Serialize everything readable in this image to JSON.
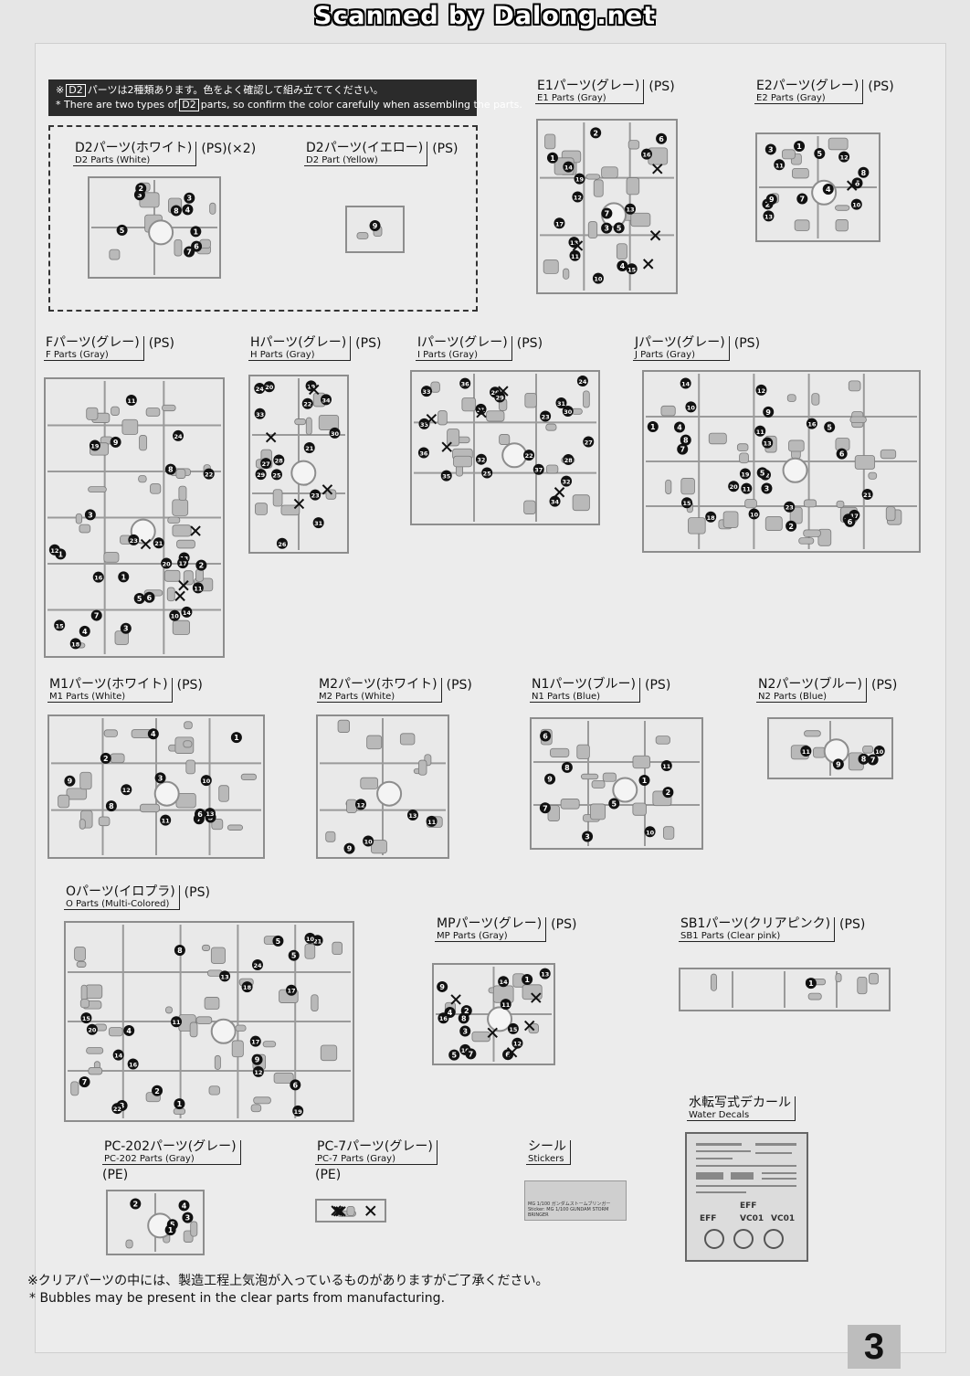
{
  "watermark": "Scanned by Dalong.net",
  "notice": {
    "jp_prefix": "※",
    "jp_tag": "D2",
    "jp_text": "パーツは2種類あります。色をよく確認して組み立ててください。",
    "en_prefix": "* There are two types of",
    "en_tag": "D2",
    "en_text": "parts, so confirm the color carefully when assembling the parts."
  },
  "parts": {
    "d2w": {
      "jp": "D2パーツ(ホワイト)",
      "en": "D2 Parts (White)",
      "mat": "(PS)(×2)"
    },
    "d2y": {
      "jp": "D2パーツ(イエロー)",
      "en": "D2 Part (Yellow)",
      "mat": "(PS)"
    },
    "e1": {
      "jp": "E1パーツ(グレー)",
      "en": "E1 Parts (Gray)",
      "mat": "(PS)"
    },
    "e2": {
      "jp": "E2パーツ(グレー)",
      "en": "E2 Parts (Gray)",
      "mat": "(PS)"
    },
    "f": {
      "jp": "Fパーツ(グレー)",
      "en": "F Parts (Gray)",
      "mat": "(PS)"
    },
    "h": {
      "jp": "Hパーツ(グレー)",
      "en": "H Parts (Gray)",
      "mat": "(PS)"
    },
    "i": {
      "jp": "Iパーツ(グレー)",
      "en": "I Parts (Gray)",
      "mat": "(PS)"
    },
    "j": {
      "jp": "Jパーツ(グレー)",
      "en": "J Parts (Gray)",
      "mat": "(PS)"
    },
    "m1": {
      "jp": "M1パーツ(ホワイト)",
      "en": "M1 Parts (White)",
      "mat": "(PS)"
    },
    "m2": {
      "jp": "M2パーツ(ホワイト)",
      "en": "M2 Parts (White)",
      "mat": "(PS)"
    },
    "n1": {
      "jp": "N1パーツ(ブルー)",
      "en": "N1 Parts (Blue)",
      "mat": "(PS)"
    },
    "n2": {
      "jp": "N2パーツ(ブルー)",
      "en": "N2 Parts (Blue)",
      "mat": "(PS)"
    },
    "o": {
      "jp": "Oパーツ(イロプラ)",
      "en": "O Parts (Multi-Colored)",
      "mat": "(PS)"
    },
    "mp": {
      "jp": "MPパーツ(グレー)",
      "en": "MP Parts (Gray)",
      "mat": "(PS)"
    },
    "sb1": {
      "jp": "SB1パーツ(クリアピンク)",
      "en": "SB1 Parts (Clear pink)",
      "mat": "(PS)"
    },
    "pc202": {
      "jp": "PC-202パーツ(グレー)",
      "en": "PC-202 Parts (Gray)",
      "mat": "(PE)"
    },
    "pc7": {
      "jp": "PC-7パーツ(グレー)",
      "en": "PC-7 Parts (Gray)",
      "mat": "(PE)"
    },
    "seal": {
      "jp": "シール",
      "en": "Stickers"
    },
    "decal": {
      "jp": "水転写式デカール",
      "en": "Water Decals"
    }
  },
  "sticker_text": "MG 1/100 ガンダムストームブリンガー Sticker: MG 1/100 GUNDAM STORM BRINGER",
  "decal_marks": [
    "EFF",
    "EFF",
    "VC01",
    "VC01"
  ],
  "footnote": {
    "jp": "※クリアパーツの中には、製造工程上気泡が入っているものがありますがご了承ください。",
    "en": "* Bubbles may be present in the clear parts from manufacturing."
  },
  "page_number": "3"
}
